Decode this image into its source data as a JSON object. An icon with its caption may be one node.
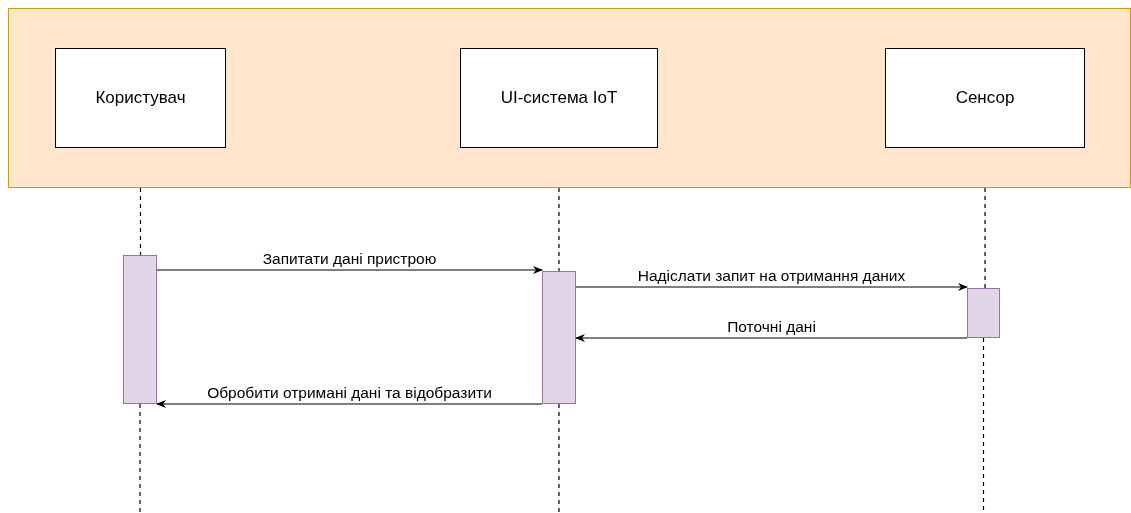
{
  "diagram": {
    "nodes": [
      {
        "text": [],
        "shape": "box"
      },
      {
        "text": [
          "Користувач"
        ],
        "in": 0
      },
      {
        "text": [
          "UI-система IoT"
        ],
        "in": 0
      },
      {
        "text": [
          "Сенсор"
        ],
        "in": 0
      },
      {
        "text": [],
        "shape": "bar"
      },
      {
        "text": [],
        "shape": "bar"
      },
      {
        "text": [],
        "shape": "bar"
      }
    ],
    "edges": [
      {
        "from": 4,
        "to": 5,
        "arrow": "to",
        "label": "Запитати дані пристрою"
      },
      {
        "from": 5,
        "to": 6,
        "arrow": "to",
        "label": "Надіслати запит на отримання даних"
      },
      {
        "from": 6,
        "to": 5,
        "arrow": "to",
        "label": "Поточні дані"
      },
      {
        "from": 5,
        "to": 4,
        "arrow": "to",
        "label": "Обробити отримані дані та відобразити"
      },
      {
        "from": 1,
        "to": 4,
        "arrow": "none",
        "style": "dashed"
      },
      {
        "from": 4,
        "to": null,
        "arrow": "none",
        "style": "dashed"
      },
      {
        "from": 2,
        "to": 5,
        "arrow": "none",
        "style": "dashed"
      },
      {
        "from": 5,
        "to": null,
        "arrow": "none",
        "style": "dashed"
      },
      {
        "from": 3,
        "to": 6,
        "arrow": "none",
        "style": "dashed"
      },
      {
        "from": 6,
        "to": null,
        "arrow": "none",
        "style": "dashed"
      }
    ]
  }
}
